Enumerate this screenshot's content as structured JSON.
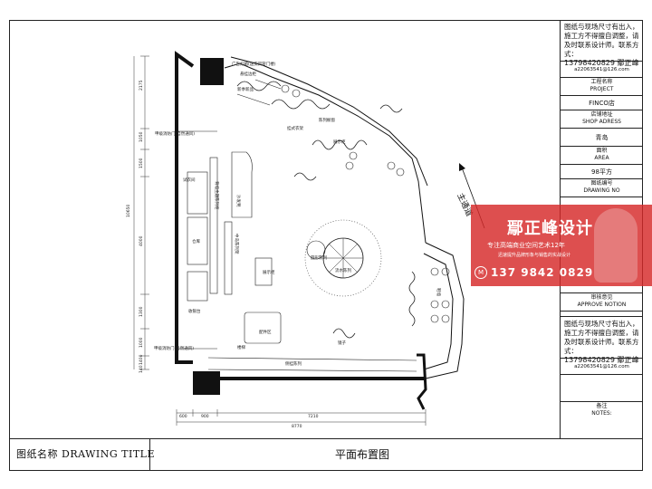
{
  "title_block": {
    "drawing_title_label": "图纸名称 DRAWING TITLE",
    "drawing_title_value": "平面布置图"
  },
  "side_panel": {
    "note_top": "图纸与现场尺寸有出入，施工方不得擅自调整，请及时联系设计师。联系方式：",
    "phone_top": "13798420829  鄢正峰",
    "email_top": "a22063541@126.com",
    "project_label_cn": "工程名称",
    "project_label_en": "PROJECT",
    "project_value": "FINCO店",
    "address_label_cn": "店铺地址",
    "address_label_en": "SHOP ADRESS",
    "address_value": "青岛",
    "area_label_cn": "面积",
    "area_label_en": "AREA",
    "area_value": "98平方",
    "drawing_no_label_cn": "图纸编号",
    "drawing_no_label_en": "DRAWING NO",
    "approve_label_cn": "审核意见",
    "approve_label_en": "APPROVE NOTION",
    "note_bottom": "图纸与现场尺寸有出入，施工方不得擅自调整，请及时联系设计师。联系方式：",
    "phone_bottom": "13798420829  鄢正峰",
    "email_bottom": "a22063541@126.com",
    "remark_label_cn": "备注",
    "remark_label_en": "NOTES:"
  },
  "watermark": {
    "name": "鄢正峰设计",
    "slogan": "专注高端商业空间艺术12年",
    "tagline": "迅速提升品牌形象与销售的实战设计",
    "phone": "137 9842 0829",
    "logo": "M"
  },
  "plan": {
    "corridor_label": "主通道",
    "labels": {
      "ad_pole": "广告灯箱(送货风管门楼)",
      "hanging_rack": "悬挂边柜",
      "new_clothes": "新季新品",
      "display_rack_1": "陈列橱窗",
      "display_rack_2": "展示柜",
      "hanger": "挂式衣架",
      "emergency_exit_top": "甲级消防门(自然通风)",
      "fitting_room": "试衣间",
      "back_display": "背墙主题陈列柜",
      "sofa": "沙发凳",
      "storage": "仓库",
      "cashier": "收银台",
      "main_island": "中岛陈列架",
      "round_display": "圆形陈列",
      "flow_display": "流水陈列",
      "emergency_exit_bottom": "甲级消防门(自然通风)",
      "stair": "楼梯",
      "side_display": "侧挂陈列",
      "shoe_wall": "鞋墙",
      "accessory": "配件区",
      "mirror": "镜子"
    },
    "dims": {
      "left_total": "10650",
      "left_1": "2175",
      "left_2": "1050",
      "left_3": "1500",
      "left_4": "4000",
      "left_5": "1300",
      "left_6": "1000",
      "left_7": "1400",
      "left_8": "140",
      "bottom_1": "600",
      "bottom_2": "900",
      "bottom_3": "7210",
      "bottom_total": "8770"
    }
  }
}
